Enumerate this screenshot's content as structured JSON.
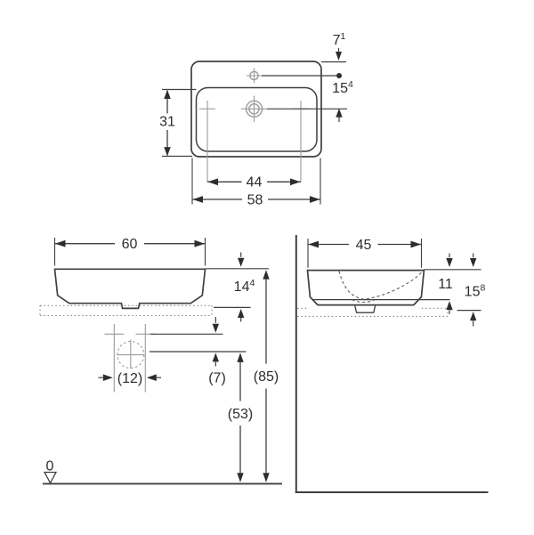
{
  "colors": {
    "line": "#3f3f3f",
    "symbol_gray": "#9b9b9b",
    "dotted_gray": "#8c8c8c",
    "text": "#2d2d2d",
    "background": "#ffffff"
  },
  "top_view": {
    "dims": {
      "tap_setback": {
        "main": "7",
        "sup": "1"
      },
      "tap_to_drain": {
        "main": "15",
        "sup": "4"
      },
      "bowl_depth": "31",
      "side_holes_span": "44",
      "outer_width": "58"
    }
  },
  "front_view": {
    "dims": {
      "outer_width": "60",
      "height_above_counter": {
        "main": "14",
        "sup": "4"
      },
      "hole_spacing": "(12)",
      "hole_to_drain": "(7)",
      "drain_level": "(53)",
      "rim_level": "(85)",
      "floor_level": "0"
    }
  },
  "side_view": {
    "dims": {
      "outer_depth": "45",
      "body_height": "11",
      "total_height": {
        "main": "15",
        "sup": "8"
      }
    }
  }
}
